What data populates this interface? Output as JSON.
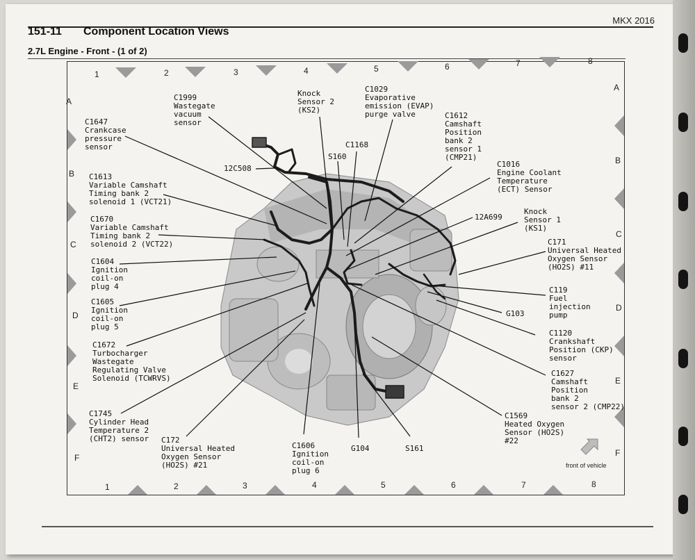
{
  "header": {
    "model": "MKX 2016",
    "section_number": "151-11",
    "section_title": "Component Location Views",
    "subtitle": "2.7L Engine - Front - (1 of 2)"
  },
  "grid": {
    "top_columns": [
      "1",
      "2",
      "3",
      "4",
      "5",
      "6",
      "7",
      "8"
    ],
    "bottom_columns": [
      "1",
      "2",
      "3",
      "4",
      "5",
      "6",
      "7",
      "8"
    ],
    "left_rows": [
      "A",
      "B",
      "C",
      "D",
      "E",
      "F"
    ],
    "right_rows": [
      "A",
      "B",
      "C",
      "D",
      "E",
      "F"
    ]
  },
  "callouts": [
    {
      "id": "c1999",
      "text": "C1999\nWastegate\nvacuum\nsensor"
    },
    {
      "id": "ks2",
      "text": "Knock\nSensor 2\n(KS2)"
    },
    {
      "id": "c1029",
      "text": "C1029\nEvaporative\nemission (EVAP)\npurge valve"
    },
    {
      "id": "c1612",
      "text": "C1612\nCamshaft\nPosition\nbank 2\nsensor 1\n(CMP21)"
    },
    {
      "id": "c1647",
      "text": "C1647\nCrankcase\npressure\nsensor"
    },
    {
      "id": "s160",
      "text": "S160"
    },
    {
      "id": "c1168",
      "text": "C1168"
    },
    {
      "id": "12c508",
      "text": "12C508"
    },
    {
      "id": "c1016",
      "text": "C1016\nEngine Coolant\nTemperature\n(ECT) Sensor"
    },
    {
      "id": "c1613",
      "text": "C1613\nVariable Camshaft\nTiming bank 2\nsolenoid 1 (VCT21)"
    },
    {
      "id": "12a699",
      "text": "12A699"
    },
    {
      "id": "ks1",
      "text": "Knock\nSensor 1\n(KS1)"
    },
    {
      "id": "c1670",
      "text": "C1670\nVariable Camshaft\nTiming bank 2\nsolenoid 2 (VCT22)"
    },
    {
      "id": "c171",
      "text": "C171\nUniversal Heated\nOxygen Sensor\n(HO2S) #11"
    },
    {
      "id": "c1604",
      "text": "C1604\nIgnition\ncoil-on\nplug 4"
    },
    {
      "id": "c119",
      "text": "C119\nFuel\ninjection\npump"
    },
    {
      "id": "c1605",
      "text": "C1605\nIgnition\ncoil-on\nplug 5"
    },
    {
      "id": "g103",
      "text": "G103"
    },
    {
      "id": "c1120",
      "text": "C1120\nCrankshaft\nPosition (CKP)\nsensor"
    },
    {
      "id": "c1672",
      "text": "C1672\nTurbocharger\nWastegate\nRegulating Valve\nSolenoid (TCWRVS)"
    },
    {
      "id": "c1627",
      "text": "C1627\nCamshaft\nPosition\nbank 2\nsensor 2 (CMP22)"
    },
    {
      "id": "c1745",
      "text": "C1745\nCylinder Head\nTemperature 2\n(CHT2) sensor"
    },
    {
      "id": "c1569",
      "text": "C1569\nHeated Oxygen\nSensor (HO2S)\n#22"
    },
    {
      "id": "c172",
      "text": "C172\nUniversal Heated\nOxygen Sensor\n(HO2S) #21"
    },
    {
      "id": "c1606",
      "text": "C1606\nIgnition\ncoil-on\nplug 6"
    },
    {
      "id": "g104",
      "text": "G104"
    },
    {
      "id": "s161",
      "text": "S161"
    }
  ],
  "front_of_vehicle": "front of vehicle"
}
